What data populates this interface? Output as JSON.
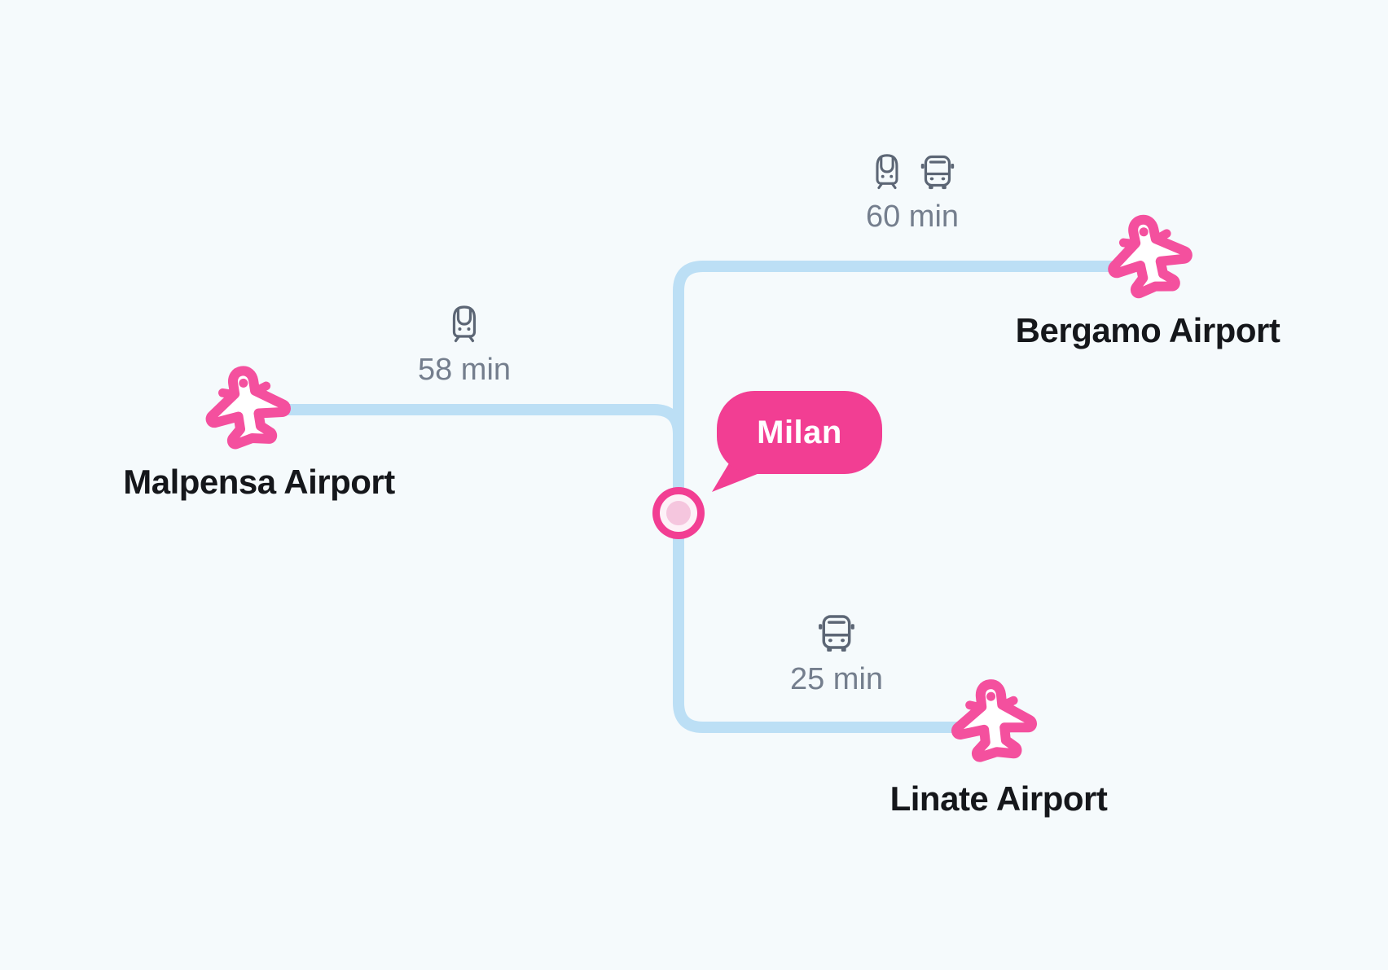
{
  "center": {
    "label": "Milan"
  },
  "airports": [
    {
      "id": "malpensa",
      "label": "Malpensa Airport",
      "duration": "58 min",
      "modes": [
        "train"
      ]
    },
    {
      "id": "bergamo",
      "label": "Bergamo Airport",
      "duration": "60 min",
      "modes": [
        "train",
        "bus"
      ]
    },
    {
      "id": "linate",
      "label": "Linate Airport",
      "duration": "25 min",
      "modes": [
        "bus"
      ]
    }
  ],
  "icons": {
    "plane": "plane-icon",
    "train": "train-icon",
    "bus": "bus-icon",
    "marker": "city-marker"
  },
  "colors": {
    "background": "#F5FAFC",
    "pink_accent": "#F23E93",
    "plane_pink": "#F4509E",
    "route_blue": "#BCDFF5",
    "label_dark": "#15171B",
    "duration_gray": "#747E8D",
    "icon_gray": "#5C6675",
    "marker_ring": "#FDF1F7",
    "marker_center": "#F5C6DE"
  }
}
